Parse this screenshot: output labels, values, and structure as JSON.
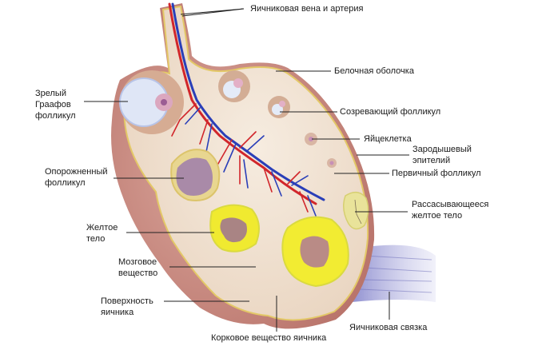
{
  "diagram": {
    "type": "anatomical illustration",
    "subject": "ovary cross-section",
    "colors": {
      "stroma": "#f1e3d2",
      "surface": "#c98b82",
      "tunica": "#e8d36a",
      "vein": "#2a3fb8",
      "artery": "#d1262b",
      "corpus_luteum": "#f2ef3a",
      "ligament": "#8f8fd0",
      "follicle_fluid": "#d9e2f6"
    },
    "labels": {
      "vessels": "Яичниковая вена и артерия",
      "tunica": "Белочная оболочка",
      "mature_graafian_1": "Зрелый",
      "mature_graafian_2": "Граафов",
      "mature_graafian_3": "фолликул",
      "maturing_follicle": "Созревающий фолликул",
      "oocyte": "Яйцеклетка",
      "germinal_epithelium_1": "Зародышевый",
      "germinal_epithelium_2": "эпителий",
      "empty_follicle_1": "Опорожненный",
      "empty_follicle_2": "фолликул",
      "primary_follicle": "Первичный фолликул",
      "regressing_cl_1": "Рассасывающееся",
      "regressing_cl_2": "желтое тело",
      "corpus_luteum_1": "Желтое",
      "corpus_luteum_2": "тело",
      "medulla_1": "Мозговое",
      "medulla_2": "вещество",
      "surface_1": "Поверхность",
      "surface_2": "яичника",
      "ligament": "Яичниковая связка",
      "cortex": "Корковое вещество яичника"
    }
  }
}
